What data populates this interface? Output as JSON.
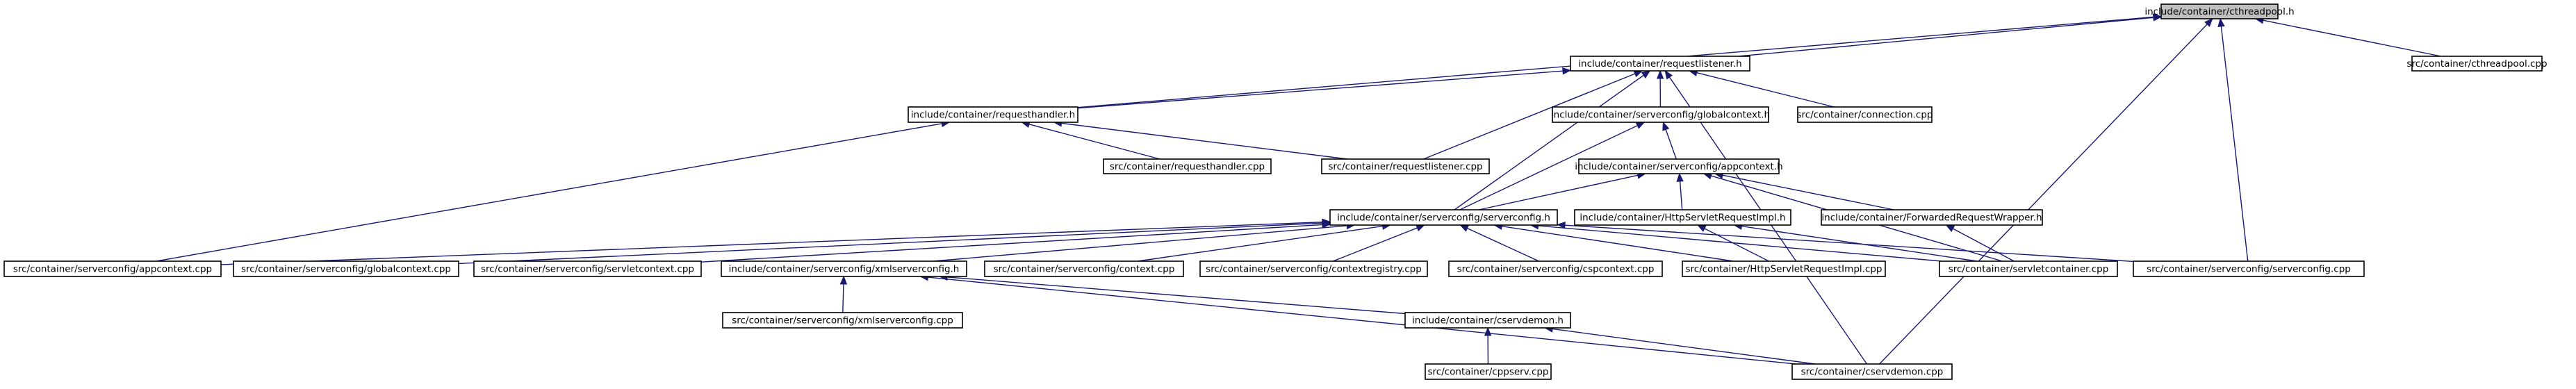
{
  "title": "include/container/cthreadpool.h",
  "colors": {
    "edge": "#191970",
    "root_fill": "#bfbfbf",
    "node_fill": "#ffffff",
    "border": "#000000"
  },
  "nodes": [
    {
      "id": "root",
      "label": "include/container/cthreadpool.h",
      "root": true
    },
    {
      "id": "reqlistener_h",
      "label": "include/container/requestlistener.h"
    },
    {
      "id": "cthreadpool_cpp",
      "label": "src/container/cthreadpool.cpp"
    },
    {
      "id": "reqhandler_h",
      "label": "include/container/requesthandler.h"
    },
    {
      "id": "globalcontext_h",
      "label": "include/container/serverconfig/globalcontext.h"
    },
    {
      "id": "connection_cpp",
      "label": "src/container/connection.cpp"
    },
    {
      "id": "reqhandler_cpp",
      "label": "src/container/requesthandler.cpp"
    },
    {
      "id": "reqlistener_cpp",
      "label": "src/container/requestlistener.cpp"
    },
    {
      "id": "appcontext_h",
      "label": "include/container/serverconfig/appcontext.h"
    },
    {
      "id": "serverconfig_h",
      "label": "include/container/serverconfig/serverconfig.h"
    },
    {
      "id": "httpreqimpl_h",
      "label": "include/container/HttpServletRequestImpl.h"
    },
    {
      "id": "fwdreqwrapper_h",
      "label": "include/container/ForwardedRequestWrapper.h"
    },
    {
      "id": "appcontext_cpp",
      "label": "src/container/serverconfig/appcontext.cpp"
    },
    {
      "id": "globalcontext_cpp",
      "label": "src/container/serverconfig/globalcontext.cpp"
    },
    {
      "id": "servletcontext_cpp",
      "label": "src/container/serverconfig/servletcontext.cpp"
    },
    {
      "id": "xmlserverconfig_h",
      "label": "include/container/serverconfig/xmlserverconfig.h"
    },
    {
      "id": "context_cpp",
      "label": "src/container/serverconfig/context.cpp"
    },
    {
      "id": "contextregistry_cpp",
      "label": "src/container/serverconfig/contextregistry.cpp"
    },
    {
      "id": "cspcontext_cpp",
      "label": "src/container/serverconfig/cspcontext.cpp"
    },
    {
      "id": "httpreqimpl_cpp",
      "label": "src/container/HttpServletRequestImpl.cpp"
    },
    {
      "id": "servletcontainer_cpp",
      "label": "src/container/servletcontainer.cpp"
    },
    {
      "id": "serverconfig_cpp",
      "label": "src/container/serverconfig/serverconfig.cpp"
    },
    {
      "id": "xmlserverconfig_cpp",
      "label": "src/container/serverconfig/xmlserverconfig.cpp"
    },
    {
      "id": "cservdemon_h",
      "label": "include/container/cservdemon.h"
    },
    {
      "id": "cppserv_cpp",
      "label": "src/container/cppserv.cpp"
    },
    {
      "id": "cservdemon_cpp",
      "label": "src/container/cservdemon.cpp"
    }
  ],
  "edges": [
    [
      "reqlistener_h",
      "root"
    ],
    [
      "cthreadpool_cpp",
      "root"
    ],
    [
      "reqhandler_h",
      "root"
    ],
    [
      "serverconfig_cpp",
      "root"
    ],
    [
      "cservdemon_cpp",
      "root"
    ],
    [
      "reqhandler_h",
      "reqlistener_h"
    ],
    [
      "reqlistener_cpp",
      "reqlistener_h"
    ],
    [
      "globalcontext_h",
      "reqlistener_h"
    ],
    [
      "connection_cpp",
      "reqlistener_h"
    ],
    [
      "serverconfig_h",
      "reqlistener_h"
    ],
    [
      "cservdemon_cpp",
      "reqlistener_h"
    ],
    [
      "reqhandler_cpp",
      "reqhandler_h"
    ],
    [
      "reqlistener_cpp",
      "reqhandler_h"
    ],
    [
      "appcontext_cpp",
      "reqhandler_h"
    ],
    [
      "appcontext_h",
      "globalcontext_h"
    ],
    [
      "serverconfig_h",
      "globalcontext_h"
    ],
    [
      "serverconfig_h",
      "appcontext_h"
    ],
    [
      "httpreqimpl_h",
      "appcontext_h"
    ],
    [
      "fwdreqwrapper_h",
      "appcontext_h"
    ],
    [
      "servletcontainer_cpp",
      "appcontext_h"
    ],
    [
      "appcontext_cpp",
      "serverconfig_h"
    ],
    [
      "globalcontext_cpp",
      "serverconfig_h"
    ],
    [
      "servletcontext_cpp",
      "serverconfig_h"
    ],
    [
      "xmlserverconfig_h",
      "serverconfig_h"
    ],
    [
      "context_cpp",
      "serverconfig_h"
    ],
    [
      "contextregistry_cpp",
      "serverconfig_h"
    ],
    [
      "cspcontext_cpp",
      "serverconfig_h"
    ],
    [
      "httpreqimpl_cpp",
      "serverconfig_h"
    ],
    [
      "servletcontainer_cpp",
      "serverconfig_h"
    ],
    [
      "serverconfig_cpp",
      "serverconfig_h"
    ],
    [
      "httpreqimpl_cpp",
      "httpreqimpl_h"
    ],
    [
      "servletcontainer_cpp",
      "httpreqimpl_h"
    ],
    [
      "servletcontainer_cpp",
      "fwdreqwrapper_h"
    ],
    [
      "xmlserverconfig_cpp",
      "xmlserverconfig_h"
    ],
    [
      "cservdemon_h",
      "xmlserverconfig_h"
    ],
    [
      "cservdemon_cpp",
      "xmlserverconfig_h"
    ],
    [
      "cppserv_cpp",
      "cservdemon_h"
    ],
    [
      "cservdemon_cpp",
      "cservdemon_h"
    ]
  ]
}
